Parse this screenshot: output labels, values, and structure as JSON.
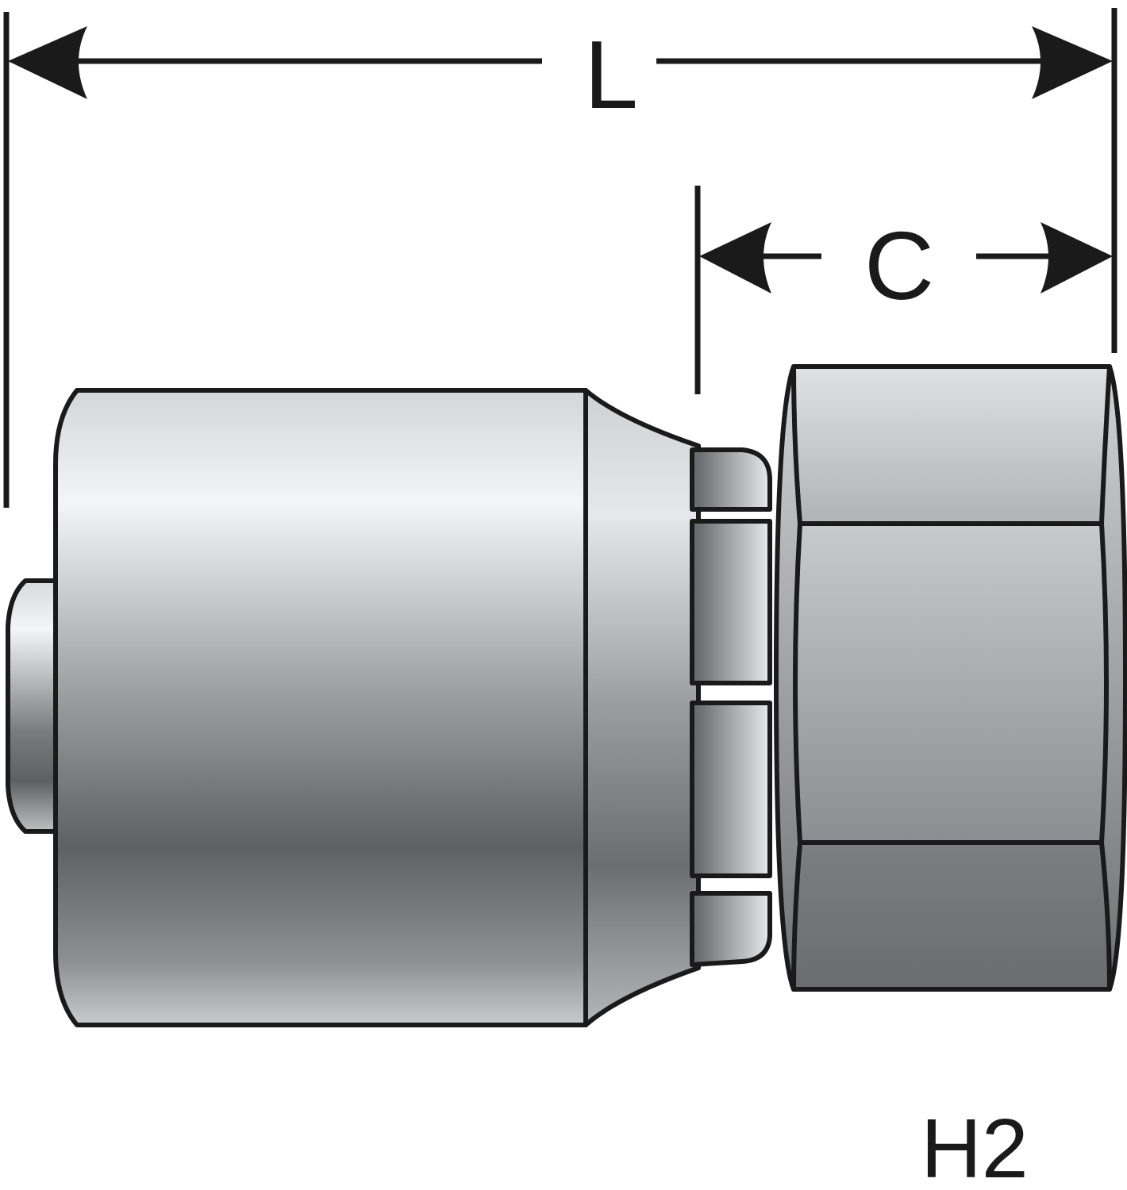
{
  "diagram": {
    "dimensions": {
      "overall_length_label": "L",
      "nut_length_label": "C"
    },
    "part_code": "H2",
    "colors": {
      "outline": "#1a1a1a",
      "metal_light": "#f2f3f5",
      "metal_mid": "#a7a9ac",
      "metal_dark": "#5f6163"
    }
  }
}
